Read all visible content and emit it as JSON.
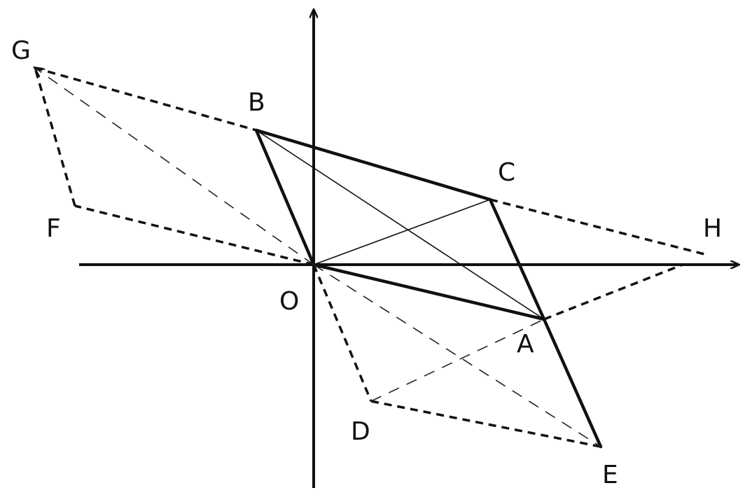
{
  "figure": {
    "labels": {
      "O": "O",
      "A": "A",
      "B": "B",
      "C": "C",
      "D": "D",
      "E": "E",
      "F": "F",
      "G": "G",
      "H": "H"
    }
  }
}
